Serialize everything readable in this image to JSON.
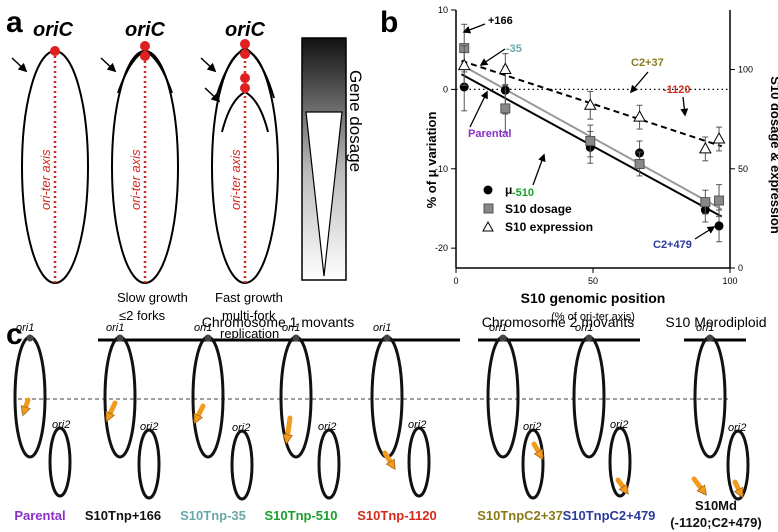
{
  "panel_a": {
    "label": "a",
    "cells": [
      {
        "ori": "oriC",
        "axis": "ori-ter axis",
        "caption": [
          "",
          ""
        ]
      },
      {
        "ori": "oriC",
        "axis": "ori-ter axis",
        "caption": [
          "Slow growth",
          "≤2 forks"
        ]
      },
      {
        "ori": "oriC",
        "axis": "ori-ter axis",
        "caption": [
          "Fast growth",
          "multi-fork",
          "replication"
        ]
      }
    ],
    "gene_dosage_label": "Gene dosage"
  },
  "panel_b": {
    "label": "b",
    "annotations": {
      "p166": "+166",
      "m35": "-35",
      "c2_37": "C2+37",
      "m1120": "-1120",
      "parental": "Parental",
      "m510": "-510",
      "c2_479": "C2+479"
    },
    "legend": [
      "μ",
      "S10 dosage",
      "S10 expression"
    ]
  },
  "chart_data": {
    "type": "scatter",
    "xlabel": "S10 genomic position",
    "xlabel_sub": "(% of ori-ter axis)",
    "ylabel": "% of μ variation",
    "y2label": "S10 dosage & expression",
    "xlim": [
      0,
      100
    ],
    "ylim": [
      -22.5,
      10
    ],
    "y2lim": [
      0,
      130
    ],
    "xticks": [
      0,
      50,
      100
    ],
    "yticks": [
      10,
      0,
      -10,
      -20
    ],
    "y2ticks": [
      100,
      50,
      0
    ],
    "series": [
      {
        "name": "μ",
        "marker": "circle",
        "color": "#000000",
        "x": [
          3,
          18,
          49,
          67,
          91,
          96
        ],
        "y": [
          0.3,
          -0.1,
          -7.3,
          -8.0,
          -15.2,
          -17.2
        ],
        "err": [
          3,
          3,
          2,
          1.5,
          1.5,
          2
        ]
      },
      {
        "name": "S10 dosage",
        "marker": "square",
        "color": "#888888",
        "x": [
          3,
          18,
          49,
          67,
          91,
          96
        ],
        "y": [
          5.2,
          -2.4,
          -6.5,
          -9.4,
          -14.2,
          -14.0
        ],
        "err": [
          3,
          3,
          2,
          1.5,
          1.5,
          2
        ]
      },
      {
        "name": "S10 expression",
        "marker": "triangle",
        "color": "#ffffff",
        "x": [
          3,
          18,
          49,
          67,
          91,
          96
        ],
        "y": [
          102,
          100,
          82,
          76,
          60,
          65
        ],
        "axis": "right",
        "err": [
          10,
          8,
          7,
          6,
          6,
          6
        ]
      }
    ],
    "dotted_reference_y": 0
  },
  "panel_c": {
    "label": "c",
    "groups": [
      "Chromosome 1 movants",
      "Chromosome 2 movants",
      "S10 Merodiploid"
    ],
    "ori1": "ori1",
    "ori2": "ori2",
    "strains": [
      {
        "name": "Parental",
        "color": "#8b2fc9"
      },
      {
        "name": "S10Tnp+166",
        "color": "#111111"
      },
      {
        "name": "S10Tnp-35",
        "color": "#6aa8a8"
      },
      {
        "name": "S10Tnp-510",
        "color": "#1a9e2c"
      },
      {
        "name": "S10Tnp-1120",
        "color": "#d42a1e"
      },
      {
        "name": "S10TnpC2+37",
        "color": "#8a7a1a"
      },
      {
        "name": "S10TnpC2+479",
        "color": "#2b3a9c"
      },
      {
        "name": "S10Md",
        "color": "#111111",
        "sub": "(-1120;C2+479)"
      }
    ]
  }
}
